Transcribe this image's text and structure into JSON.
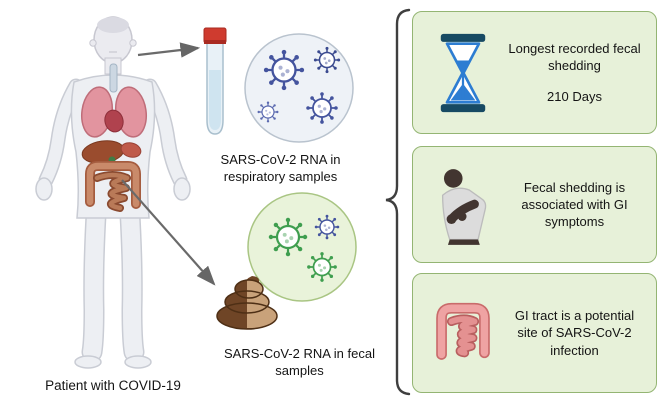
{
  "patient": {
    "label": "Patient with COVID-19"
  },
  "samples": {
    "respiratory": {
      "label": "SARS-CoV-2 RNA in respiratory samples"
    },
    "fecal": {
      "label": "SARS-CoV-2 RNA in fecal samples"
    }
  },
  "findings": [
    {
      "icon": "hourglass-icon",
      "text": "Longest recorded fecal shedding",
      "value": "210 Days"
    },
    {
      "icon": "person-holding-stomach-icon",
      "text": "Fecal shedding is associated with GI symptoms",
      "value": ""
    },
    {
      "icon": "intestines-icon",
      "text": "GI tract is a potential site of SARS-CoV-2 infection",
      "value": ""
    }
  ],
  "colors": {
    "finding_box_bg": "#e7f1d9",
    "finding_box_border": "#94b573",
    "virus_blue": "#44549e",
    "virus_green": "#3f9e4f",
    "hourglass_frame": "#174a63",
    "hourglass_sand": "#2d7dd2",
    "tube_cap_red": "#cf3b2f",
    "fecal_circle_bg": "#e9f3da",
    "respiratory_circle_bg": "#eef2f7"
  }
}
